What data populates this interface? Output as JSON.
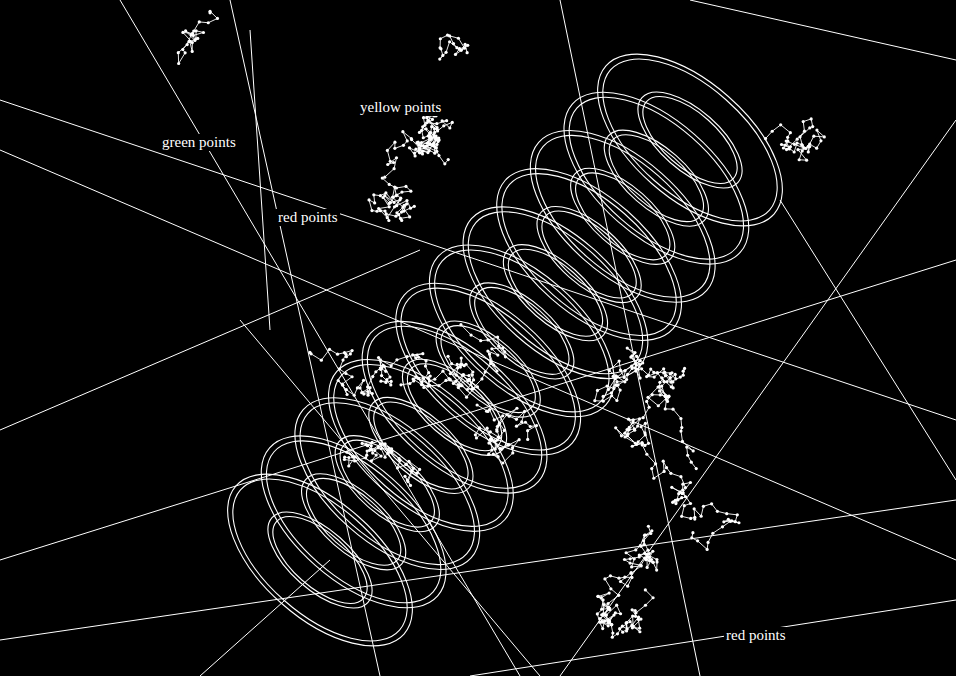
{
  "diagram": {
    "labels": [
      "yellow points",
      "green points",
      "red points",
      "red points"
    ]
  }
}
